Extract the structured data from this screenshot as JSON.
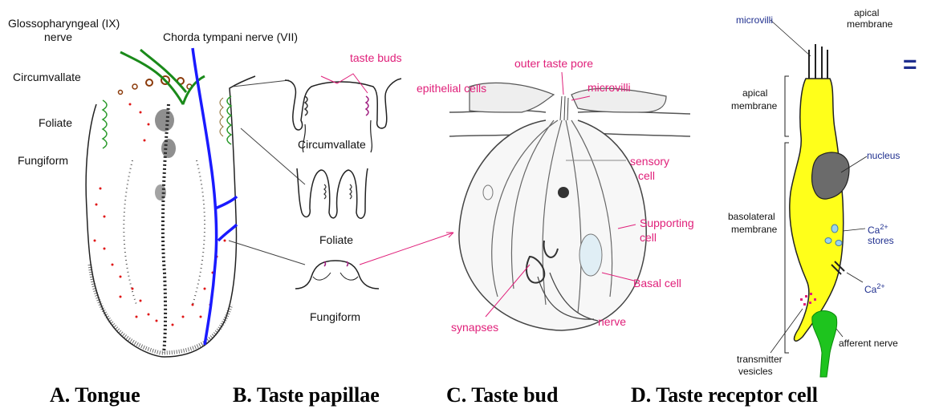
{
  "tongue": {
    "glossopharyngeal_line1": "Glossopharyngeal (IX)",
    "glossopharyngeal_line2": "nerve",
    "chorda_tympani": "Chorda tympani nerve (VII)",
    "circumvallate": "Circumvallate",
    "foliate": "Foliate",
    "fungiform": "Fungiform"
  },
  "papillae": {
    "taste_buds": "taste buds",
    "circumvallate": "Circumvallate",
    "foliate": "Foliate",
    "fungiform": "Fungiform"
  },
  "taste_bud": {
    "outer_taste_pore": "outer taste pore",
    "epithelial_cells": "epithelial cells",
    "microvilli": "microvilli",
    "sensory_line1": "sensory",
    "sensory_line2": "cell",
    "supporting_line1": "Supporting",
    "supporting_line2": "cell",
    "basal_cell": "Basal cell",
    "synapses": "synapses",
    "nerve": "nerve"
  },
  "receptor": {
    "microvilli": "microvilli",
    "apical_line1": "apical",
    "apical_line2": "membrane",
    "apical_side_line1": "apical",
    "apical_side_line2": "membrane",
    "nucleus": "nucleus",
    "basolateral_line1": "basolateral",
    "basolateral_line2": "membrane",
    "ca_stores_line1": "Ca",
    "ca_stores_sup": "2+",
    "ca_stores_line2": "stores",
    "ca_ion": "Ca",
    "ca_ion_sup": "2+",
    "afferent_nerve": "afferent nerve",
    "transmitter_line1": "transmitter",
    "transmitter_line2": "vesicles",
    "equals": "="
  },
  "captions": {
    "a": "A. Tongue",
    "b": "B. Taste papillae",
    "c": "C. Taste bud",
    "d": "D. Taste receptor cell"
  },
  "colors": {
    "label_pink": "#e0207a",
    "nerve_blue": "#1a1aff",
    "nerve_green": "#1a8a1a",
    "cell_yellow": "#ffff1a",
    "nucleus_gray": "#6b6b6b"
  }
}
